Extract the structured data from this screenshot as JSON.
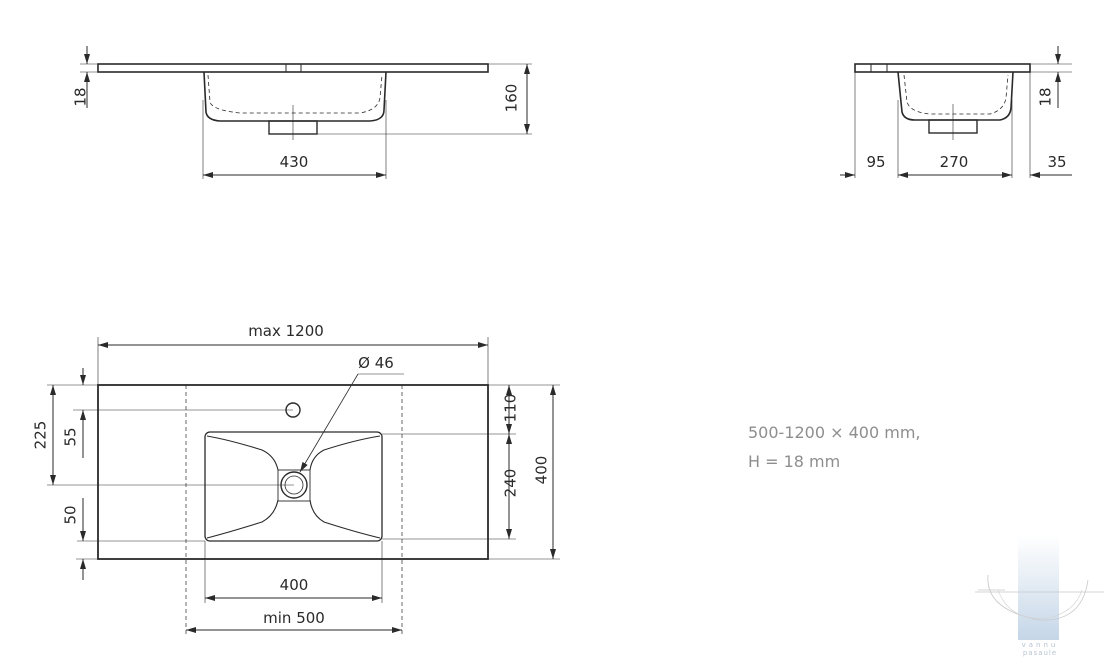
{
  "side_view": {
    "thickness": "18",
    "height": "160",
    "basin_width": "430"
  },
  "end_view": {
    "left_offset": "95",
    "basin_depth": "270",
    "right_offset": "35",
    "thickness": "18"
  },
  "top_view": {
    "max_length": "max 1200",
    "drain_diameter": "Ø 46",
    "drain_from_back": "225",
    "tap_hole_from_back": "55",
    "basin_from_front": "50",
    "basin_from_back": "110",
    "basin_depth": "240",
    "total_depth": "400",
    "basin_width": "400",
    "min_length": "min 500"
  },
  "spec": {
    "line1": "500-1200 × 400 mm,",
    "line2": "H = 18 mm"
  },
  "logo": {
    "line1": "vannu",
    "line2": "pasaule"
  },
  "colors": {
    "line": "#2a2a2a",
    "spec_text": "#8e8e8e",
    "logo": "#c9d9ea"
  }
}
